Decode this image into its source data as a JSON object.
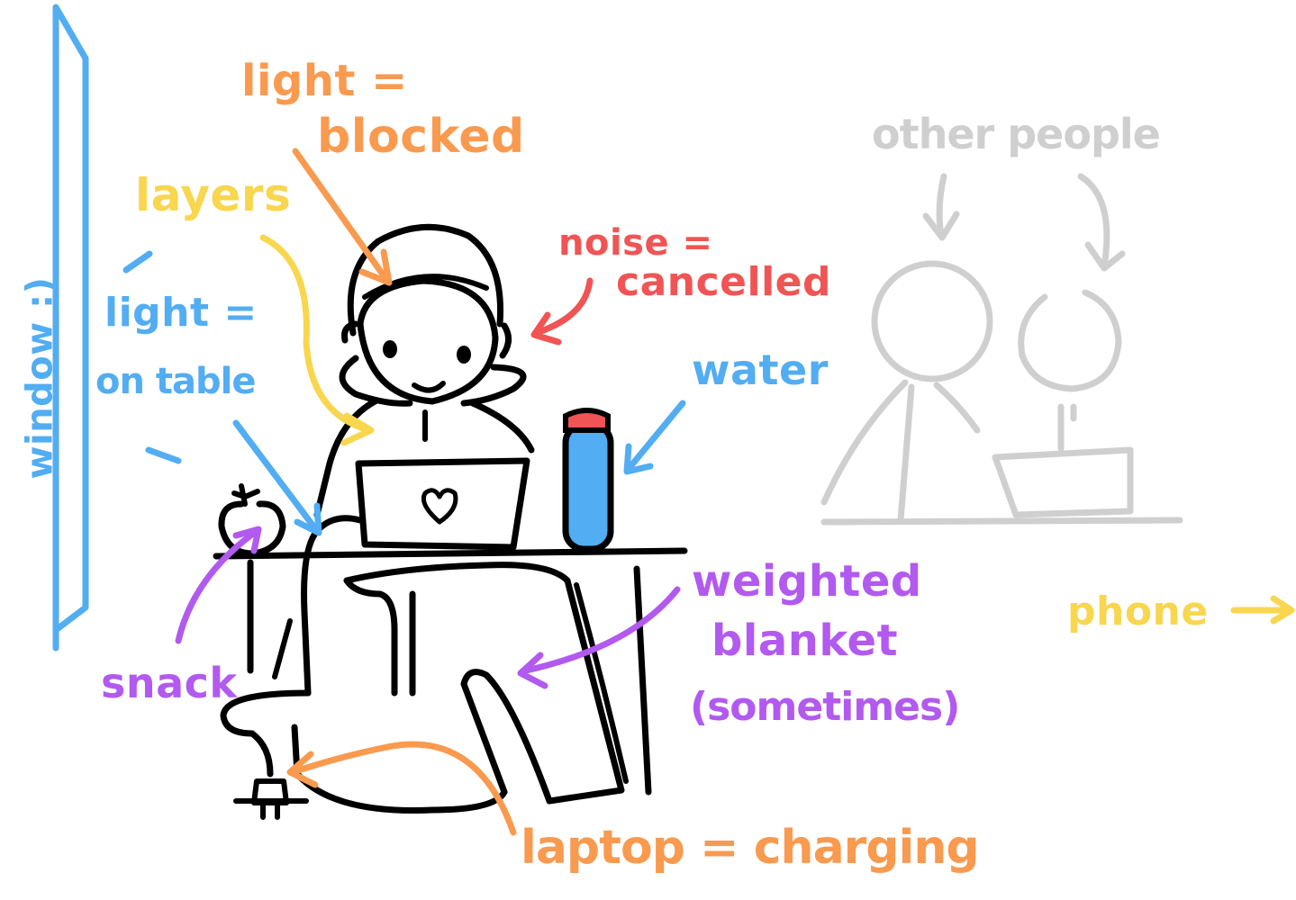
{
  "colors": {
    "ink": "#000000",
    "blue": "#52adf2",
    "orange": "#f99a4f",
    "yellow": "#f8d64e",
    "red": "#f05454",
    "purple": "#b25aef",
    "gray": "#cfcfcf",
    "face": "#dcdcfc",
    "bottle": "#52adf2",
    "cap": "#f05454"
  },
  "labels": {
    "window": "window :)",
    "light_blocked_1": "light =",
    "light_blocked_2": "blocked",
    "layers": "layers",
    "light_on_table_1": "light =",
    "light_on_table_2": "on table",
    "noise_1": "noise =",
    "noise_2": "cancelled",
    "water": "water",
    "other_people": "other people",
    "phone": "phone",
    "weighted_1": "weighted",
    "weighted_2": "blanket",
    "weighted_3": "(sometimes)",
    "snack": "snack",
    "laptop_charging": "laptop = charging"
  }
}
